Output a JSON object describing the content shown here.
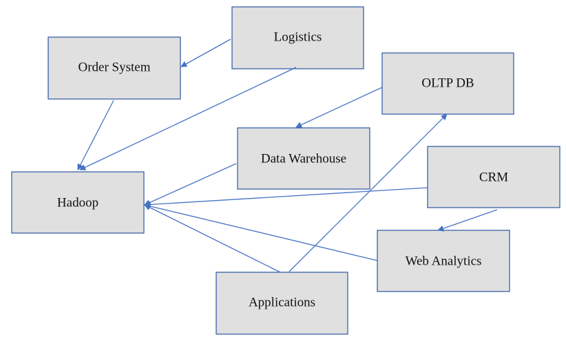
{
  "diagram": {
    "colors": {
      "node_fill": "#e0e0e0",
      "node_stroke": "#3a60a8",
      "edge": "#4472c4"
    },
    "nodes": {
      "logistics": {
        "label": "Logistics"
      },
      "order_system": {
        "label": "Order System"
      },
      "oltp_db": {
        "label": "OLTP DB"
      },
      "data_warehouse": {
        "label": "Data Warehouse"
      },
      "hadoop": {
        "label": "Hadoop"
      },
      "crm": {
        "label": "CRM"
      },
      "web_analytics": {
        "label": "Web Analytics"
      },
      "applications": {
        "label": "Applications"
      }
    },
    "edges": [
      {
        "from": "logistics",
        "to": "order_system"
      },
      {
        "from": "order_system",
        "to": "hadoop"
      },
      {
        "from": "logistics",
        "to": "hadoop"
      },
      {
        "from": "oltp_db",
        "to": "data_warehouse"
      },
      {
        "from": "data_warehouse",
        "to": "hadoop"
      },
      {
        "from": "crm",
        "to": "hadoop"
      },
      {
        "from": "crm",
        "to": "web_analytics"
      },
      {
        "from": "web_analytics",
        "to": "hadoop"
      },
      {
        "from": "applications",
        "to": "hadoop"
      },
      {
        "from": "applications",
        "to": "oltp_db"
      }
    ]
  }
}
